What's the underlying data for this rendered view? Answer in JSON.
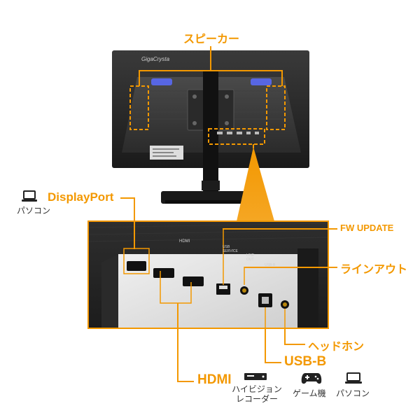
{
  "callouts": {
    "speaker": "スピーカー",
    "displayport": "DisplayPort",
    "hdmi": "HDMI",
    "fw_update": "FW UPDATE",
    "line_out": "ラインアウト",
    "headphone": "ヘッドホン",
    "usb_b": "USB-B"
  },
  "devices": {
    "pc_left": "パソコン",
    "recorder_line1": "ハイビジョン",
    "recorder_line2": "レコーダー",
    "game": "ゲーム機",
    "pc_right": "パソコン"
  },
  "monitor": {
    "brand": "GigaCrysta",
    "port_labels": {
      "hdmi": "HDMI",
      "usb_service": "USB SERVICE",
      "line_out": "LINE OUT",
      "usb_b": "USB-B"
    }
  },
  "colors": {
    "accent": "#F39800",
    "monitor_body": "#222222",
    "port_panel": "#e6e6e6"
  },
  "icons": [
    "laptop-icon",
    "recorder-icon",
    "gamepad-icon"
  ]
}
